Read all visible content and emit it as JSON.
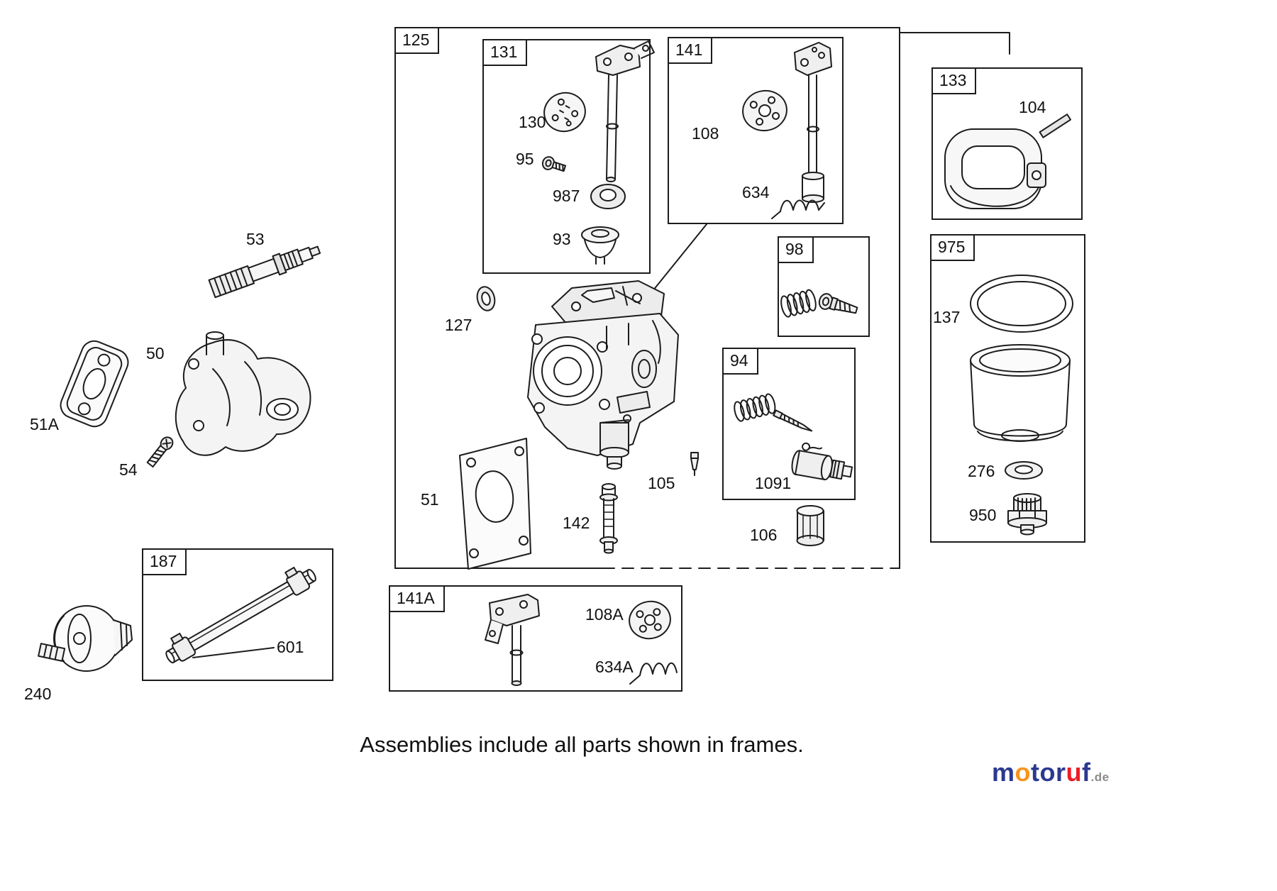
{
  "caption": "Assemblies include all parts shown in frames.",
  "logo": {
    "l1": "m",
    "l2": "o",
    "l3": "t",
    "l4": "o",
    "l5": "r",
    "l6": "u",
    "l7": "f",
    "suffix": ".de"
  },
  "colors": {
    "line": "#1c1c1c",
    "background": "#ffffff",
    "logo_blue": "#2b3990",
    "logo_orange": "#f7941d",
    "logo_red": "#ed1c24",
    "logo_gray": "#8a8a8a"
  },
  "frames": {
    "f125": {
      "label": "125"
    },
    "f131": {
      "label": "131"
    },
    "f141": {
      "label": "141"
    },
    "f133": {
      "label": "133"
    },
    "f98": {
      "label": "98"
    },
    "f975": {
      "label": "975"
    },
    "f94": {
      "label": "94"
    },
    "f187": {
      "label": "187"
    },
    "f141a": {
      "label": "141A"
    }
  },
  "parts": {
    "p53": {
      "label": "53"
    },
    "p50": {
      "label": "50"
    },
    "p51a": {
      "label": "51A"
    },
    "p54": {
      "label": "54"
    },
    "p240": {
      "label": "240"
    },
    "p601": {
      "label": "601"
    },
    "p130": {
      "label": "130"
    },
    "p95": {
      "label": "95"
    },
    "p987": {
      "label": "987"
    },
    "p93": {
      "label": "93"
    },
    "p127": {
      "label": "127"
    },
    "p108": {
      "label": "108"
    },
    "p634": {
      "label": "634"
    },
    "p104": {
      "label": "104"
    },
    "p137": {
      "label": "137"
    },
    "p105": {
      "label": "105"
    },
    "p1091": {
      "label": "1091"
    },
    "p106": {
      "label": "106"
    },
    "p142": {
      "label": "142"
    },
    "p51": {
      "label": "51"
    },
    "p276": {
      "label": "276"
    },
    "p950": {
      "label": "950"
    },
    "p108a": {
      "label": "108A"
    },
    "p634a": {
      "label": "634A"
    }
  }
}
